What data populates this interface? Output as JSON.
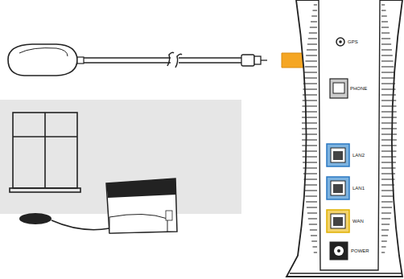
{
  "diagram": {
    "labels": [
      "GPS",
      "PHONE",
      "LAN2",
      "LAN1",
      "WAN",
      "POWER"
    ]
  }
}
